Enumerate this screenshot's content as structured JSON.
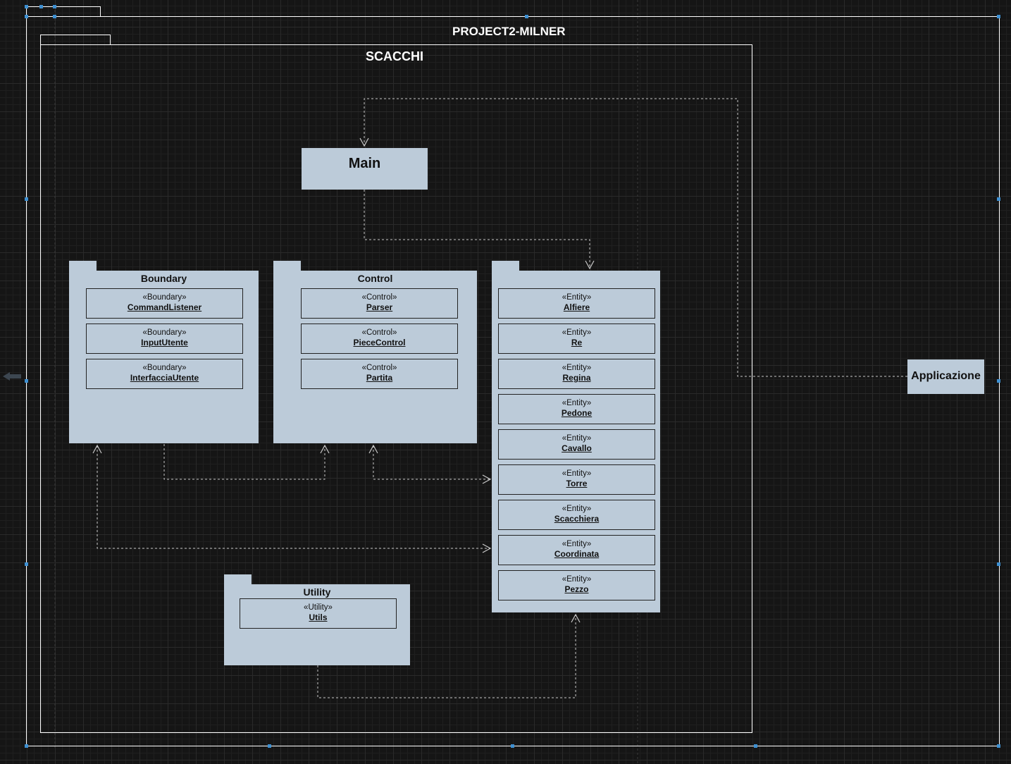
{
  "project": {
    "title": "PROJECT2-MILNER"
  },
  "scacchi": {
    "title": "SCACCHI"
  },
  "main": {
    "title": "Main"
  },
  "applicazione": {
    "title": "Applicazione"
  },
  "boundary": {
    "title": "Boundary",
    "classes": [
      {
        "stereotype": "«Boundary»",
        "name": "CommandListener"
      },
      {
        "stereotype": "«Boundary»",
        "name": "InputUtente"
      },
      {
        "stereotype": "«Boundary»",
        "name": "InterfacciaUtente"
      }
    ]
  },
  "control": {
    "title": "Control",
    "classes": [
      {
        "stereotype": "«Control»",
        "name": "Parser"
      },
      {
        "stereotype": "«Control»",
        "name": "PieceControl"
      },
      {
        "stereotype": "«Control»",
        "name": "Partita"
      }
    ]
  },
  "entity": {
    "classes": [
      {
        "stereotype": "«Entity»",
        "name": "Alfiere"
      },
      {
        "stereotype": "«Entity»",
        "name": "Re"
      },
      {
        "stereotype": "«Entity»",
        "name": "Regina"
      },
      {
        "stereotype": "«Entity»",
        "name": "Pedone"
      },
      {
        "stereotype": "«Entity»",
        "name": "Cavallo"
      },
      {
        "stereotype": "«Entity»",
        "name": "Torre"
      },
      {
        "stereotype": "«Entity»",
        "name": "Scacchiera"
      },
      {
        "stereotype": "«Entity»",
        "name": "Coordinata"
      },
      {
        "stereotype": "«Entity»",
        "name": "Pezzo"
      }
    ]
  },
  "utility": {
    "title": "Utility",
    "classes": [
      {
        "stereotype": "«Utility»",
        "name": "Utils"
      }
    ]
  },
  "colors": {
    "background": "#151515",
    "node_fill": "#bccbd9",
    "frame_line": "#ffffff",
    "connector": "#c8c8c8",
    "selection_handle": "#3d8fd1"
  }
}
